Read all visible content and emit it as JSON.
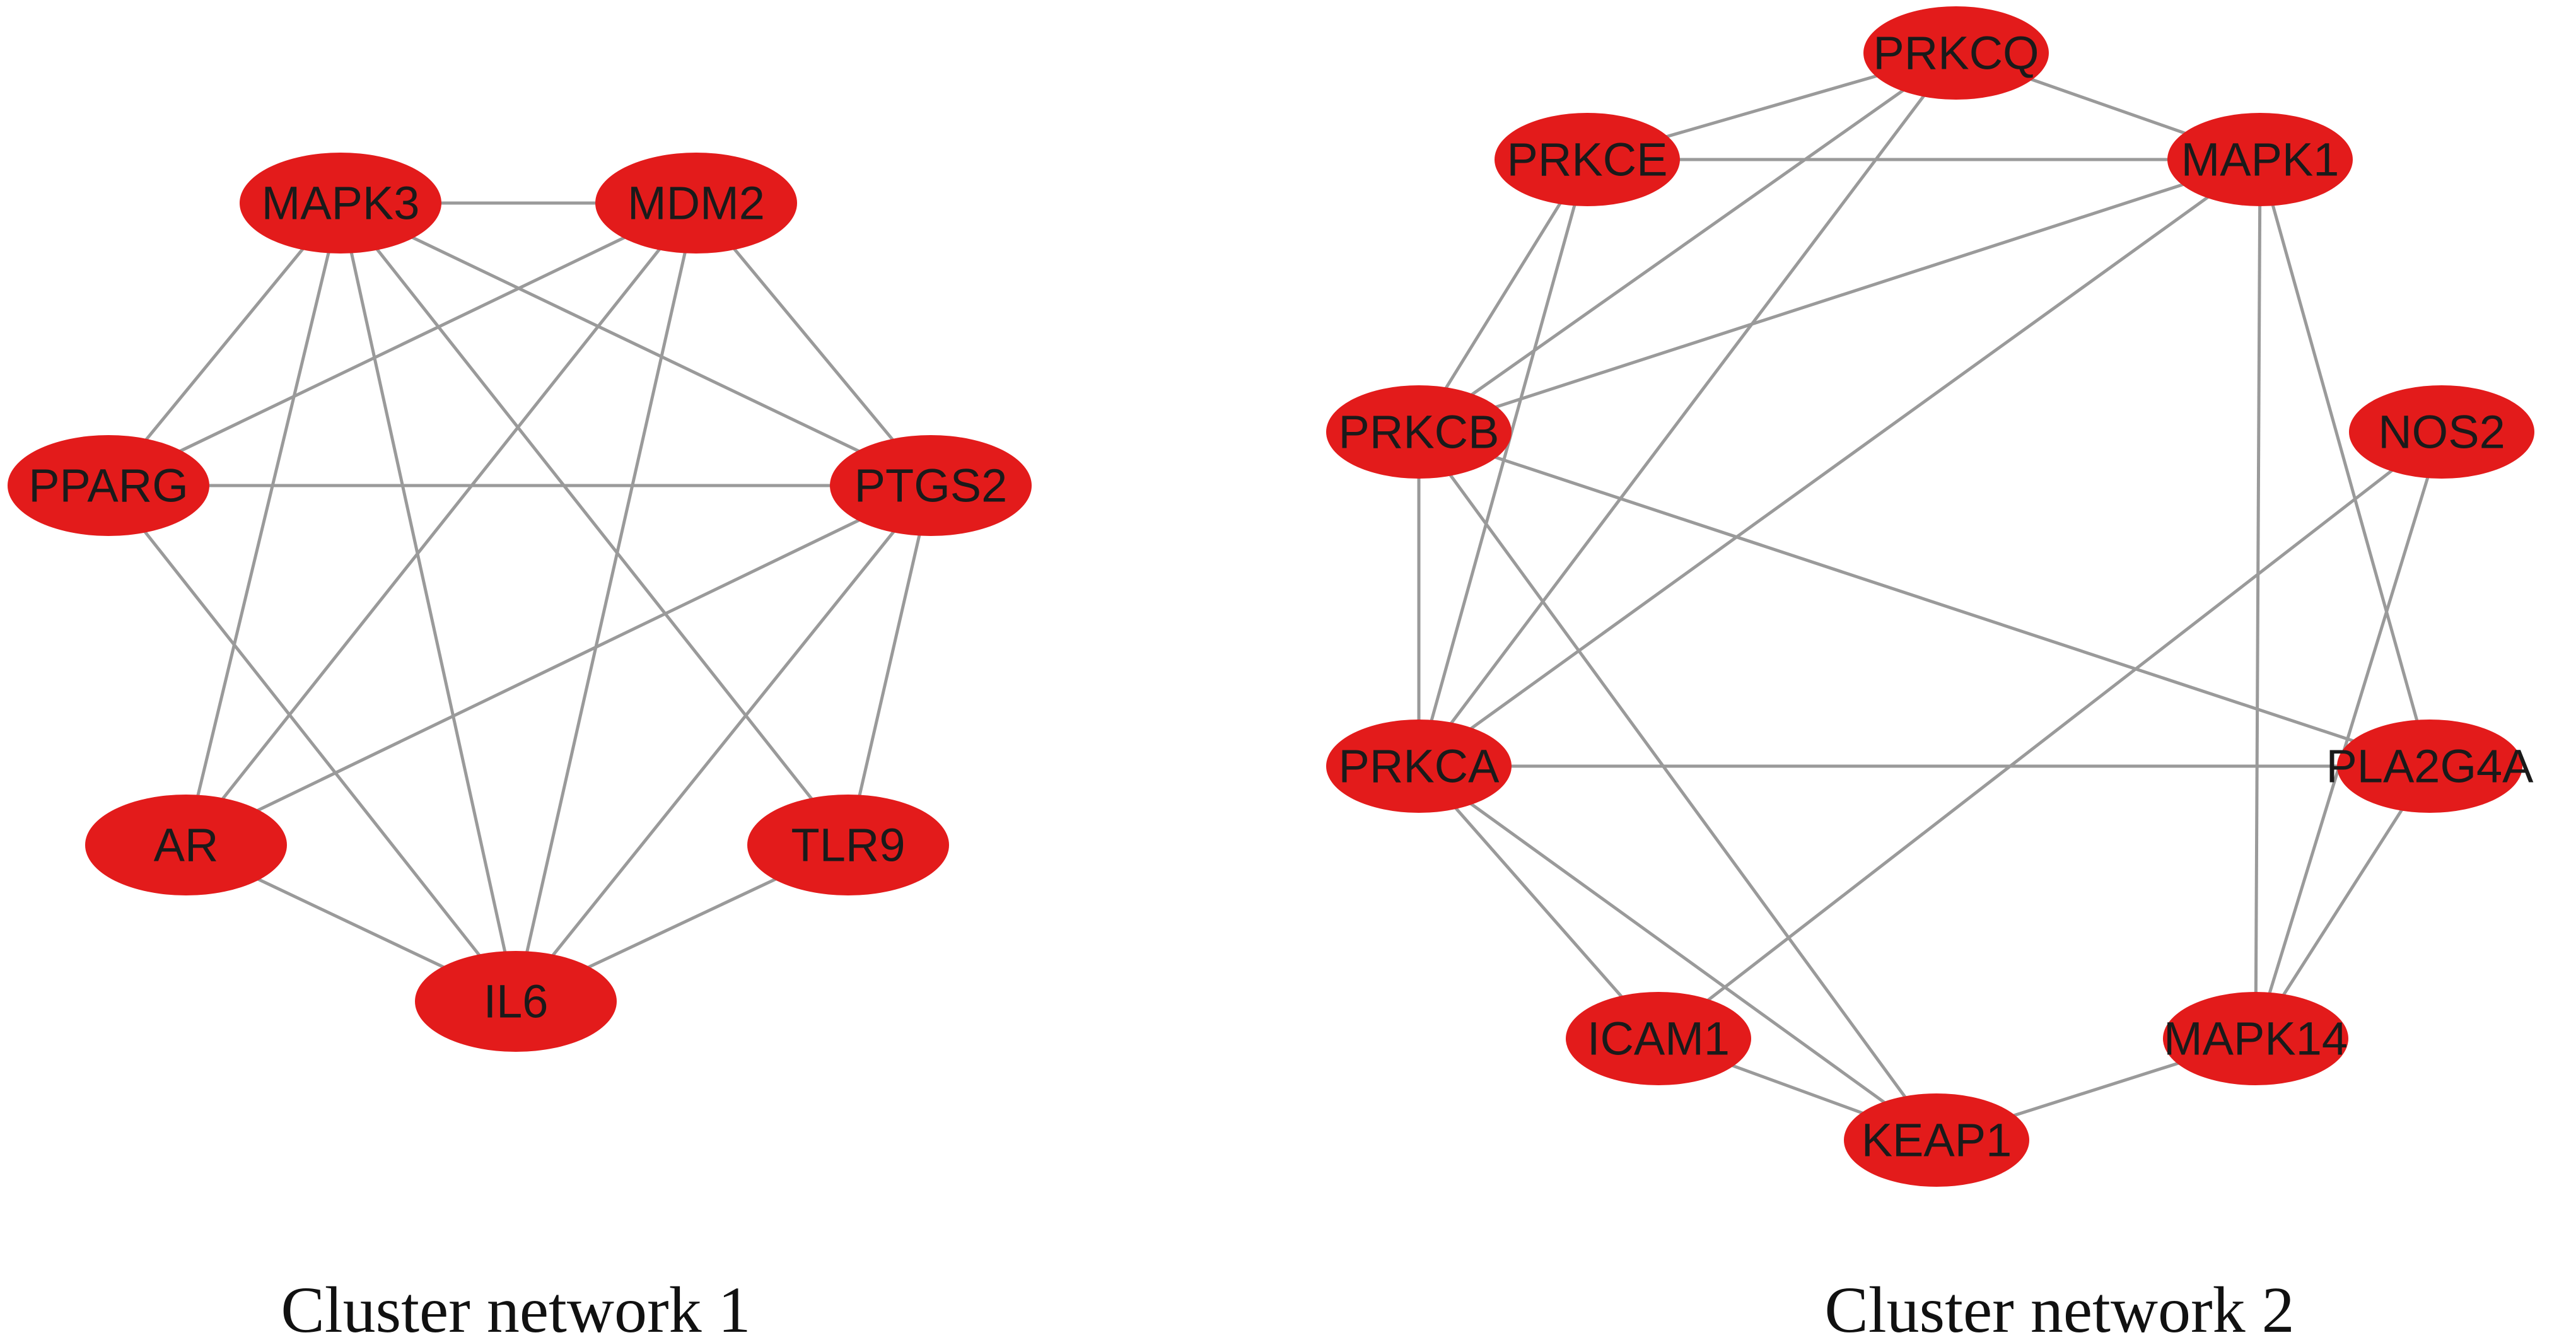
{
  "colors": {
    "node_fill": "#e31b1b",
    "edge_stroke": "#9a9a9a",
    "label_text": "#1a1a1a",
    "background": "#ffffff"
  },
  "networks": [
    {
      "id": "cluster1",
      "caption": "Cluster network 1",
      "nodes": [
        {
          "id": "MAPK3",
          "label": "MAPK3"
        },
        {
          "id": "MDM2",
          "label": "MDM2"
        },
        {
          "id": "PPARG",
          "label": "PPARG"
        },
        {
          "id": "PTGS2",
          "label": "PTGS2"
        },
        {
          "id": "AR",
          "label": "AR"
        },
        {
          "id": "TLR9",
          "label": "TLR9"
        },
        {
          "id": "IL6",
          "label": "IL6"
        }
      ],
      "edges": [
        [
          "MAPK3",
          "MDM2"
        ],
        [
          "MAPK3",
          "PPARG"
        ],
        [
          "MAPK3",
          "PTGS2"
        ],
        [
          "MAPK3",
          "AR"
        ],
        [
          "MAPK3",
          "IL6"
        ],
        [
          "MAPK3",
          "TLR9"
        ],
        [
          "MDM2",
          "PPARG"
        ],
        [
          "MDM2",
          "PTGS2"
        ],
        [
          "MDM2",
          "AR"
        ],
        [
          "MDM2",
          "IL6"
        ],
        [
          "PPARG",
          "PTGS2"
        ],
        [
          "PPARG",
          "IL6"
        ],
        [
          "PTGS2",
          "AR"
        ],
        [
          "PTGS2",
          "TLR9"
        ],
        [
          "PTGS2",
          "IL6"
        ],
        [
          "AR",
          "IL6"
        ],
        [
          "TLR9",
          "IL6"
        ]
      ]
    },
    {
      "id": "cluster2",
      "caption": "Cluster network 2",
      "nodes": [
        {
          "id": "PRKCQ",
          "label": "PRKCQ"
        },
        {
          "id": "PRKCE",
          "label": "PRKCE"
        },
        {
          "id": "MAPK1",
          "label": "MAPK1"
        },
        {
          "id": "PRKCB",
          "label": "PRKCB"
        },
        {
          "id": "NOS2",
          "label": "NOS2"
        },
        {
          "id": "PRKCA",
          "label": "PRKCA"
        },
        {
          "id": "PLA2G4A",
          "label": "PLA2G4A"
        },
        {
          "id": "ICAM1",
          "label": "ICAM1"
        },
        {
          "id": "MAPK14",
          "label": "MAPK14"
        },
        {
          "id": "KEAP1",
          "label": "KEAP1"
        }
      ],
      "edges": [
        [
          "PRKCQ",
          "PRKCE"
        ],
        [
          "PRKCQ",
          "MAPK1"
        ],
        [
          "PRKCQ",
          "PRKCB"
        ],
        [
          "PRKCQ",
          "PRKCA"
        ],
        [
          "PRKCE",
          "MAPK1"
        ],
        [
          "PRKCE",
          "PRKCB"
        ],
        [
          "PRKCE",
          "PRKCA"
        ],
        [
          "MAPK1",
          "PRKCB"
        ],
        [
          "MAPK1",
          "PRKCA"
        ],
        [
          "MAPK1",
          "MAPK14"
        ],
        [
          "MAPK1",
          "PLA2G4A"
        ],
        [
          "PRKCB",
          "PRKCA"
        ],
        [
          "PRKCB",
          "PLA2G4A"
        ],
        [
          "PRKCB",
          "KEAP1"
        ],
        [
          "NOS2",
          "ICAM1"
        ],
        [
          "NOS2",
          "MAPK14"
        ],
        [
          "PRKCA",
          "PLA2G4A"
        ],
        [
          "PRKCA",
          "ICAM1"
        ],
        [
          "PRKCA",
          "KEAP1"
        ],
        [
          "PLA2G4A",
          "MAPK14"
        ],
        [
          "ICAM1",
          "KEAP1"
        ],
        [
          "KEAP1",
          "MAPK14"
        ]
      ]
    }
  ]
}
